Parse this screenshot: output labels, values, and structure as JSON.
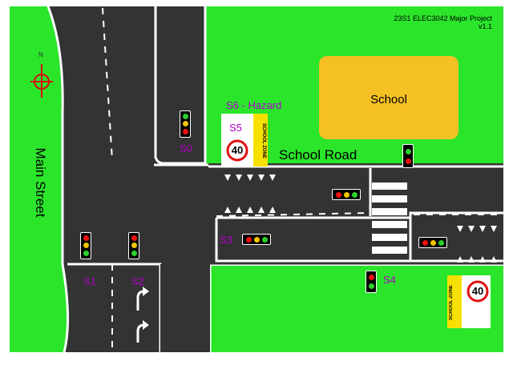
{
  "project": {
    "title": "23S1 ELEC3042 Major Project",
    "version": "v1.1"
  },
  "roads": {
    "main": "Main Street",
    "school": "School Road"
  },
  "building": {
    "school": "School"
  },
  "sensors": {
    "s0": "S0",
    "s1": "S1",
    "s2": "S2",
    "s3": "S3",
    "s4": "S4",
    "s5": "S5",
    "s6": "S6 - Hazard"
  },
  "signs": {
    "zone_text": "SCHOOL ZONE",
    "speed_limit": "40"
  },
  "compass": {
    "north": "N"
  },
  "colors": {
    "grass": "#2be52b",
    "road": "#333333",
    "school": "#f5c023",
    "sensor_label": "#b000c8",
    "sign_yellow": "#f5e000",
    "sign_red": "#e01010"
  },
  "traffic_lights": [
    {
      "id": "tl-s0",
      "lit": "red"
    },
    {
      "id": "tl-school-road-east",
      "lit": "red"
    },
    {
      "id": "tl-school-road-west",
      "lit": "green"
    },
    {
      "id": "tl-s1",
      "lit": "yellow"
    },
    {
      "id": "tl-s2",
      "lit": "red"
    },
    {
      "id": "tl-s3",
      "lit": "red"
    },
    {
      "id": "tl-right",
      "lit": "green"
    },
    {
      "id": "tl-s4",
      "lit": "red"
    }
  ]
}
